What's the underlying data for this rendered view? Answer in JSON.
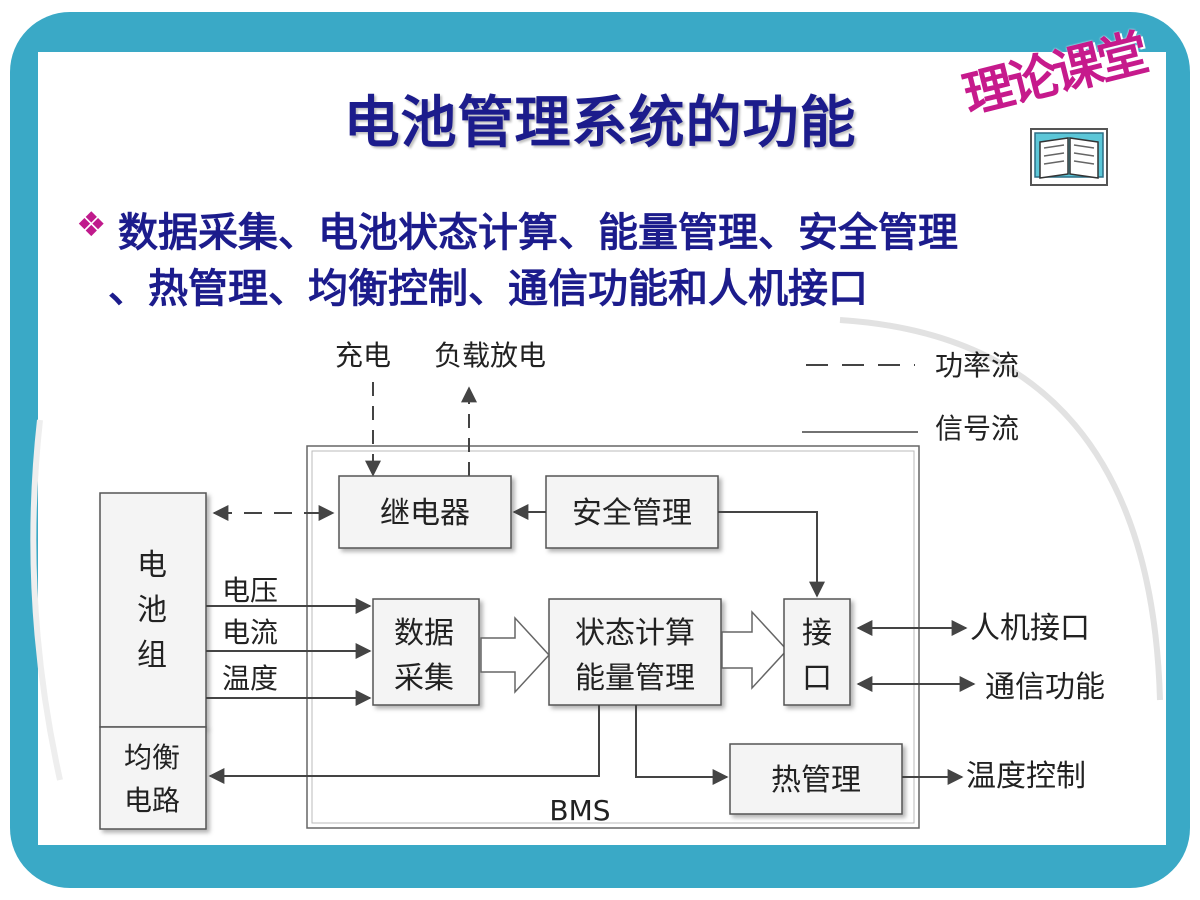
{
  "title": "电池管理系统的功能",
  "badge": {
    "text": "理论课堂",
    "icon": "open-book-icon"
  },
  "bullet": {
    "marker": "❖",
    "line1": "数据采集、电池状态计算、能量管理、安全管理",
    "line2": "、热管理、均衡控制、通信功能和人机接口"
  },
  "diagram": {
    "charge": "充电",
    "discharge": "负载放电",
    "legend_power": "功率流",
    "legend_signal": "信号流",
    "relay": "继电器",
    "safety": "安全管理",
    "battery": [
      "电",
      "池",
      "组"
    ],
    "balance": [
      "均衡",
      "电路"
    ],
    "voltage": "电压",
    "current": "电流",
    "temperature": "温度",
    "data_acq": [
      "数据",
      "采集"
    ],
    "state_calc": [
      "状态计算",
      "能量管理"
    ],
    "interface": [
      "接",
      "口"
    ],
    "hmi": "人机接口",
    "comm": "通信功能",
    "thermal": "热管理",
    "temp_control": "温度控制",
    "bms": "BMS"
  },
  "colors": {
    "frame": "#3aa9c6",
    "title": "#1c1c8c",
    "accent": "#c61a8c"
  }
}
